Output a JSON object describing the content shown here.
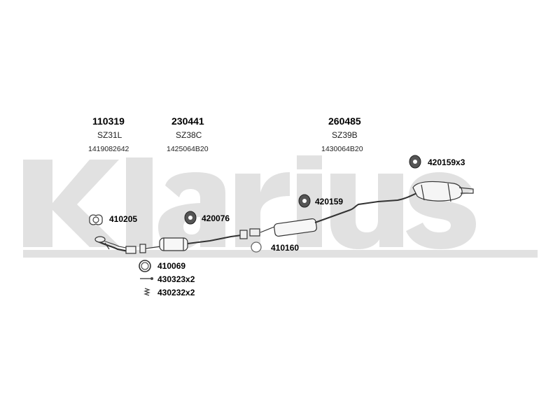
{
  "watermark": {
    "brand": "Klarius",
    "color": "#e1e1e1"
  },
  "columns": [
    {
      "number": "110319",
      "code": "SZ31L",
      "ref": "1419082642"
    },
    {
      "number": "230441",
      "code": "SZ38C",
      "ref": "1425064B20"
    },
    {
      "number": "260485",
      "code": "SZ39B",
      "ref": "1430064B20"
    }
  ],
  "callouts": {
    "c410205": "410205",
    "c420076": "420076",
    "c420159": "420159",
    "c420159x3": "420159x3",
    "c410160": "410160",
    "c410069": "410069",
    "c430323": "430323x2",
    "c430232": "430232x2"
  },
  "icons": [
    "gasket-icon",
    "rubber-mount-icon",
    "ring-gasket-icon",
    "seal-ring-icon",
    "clamp-bolt-icon",
    "spring-icon"
  ]
}
